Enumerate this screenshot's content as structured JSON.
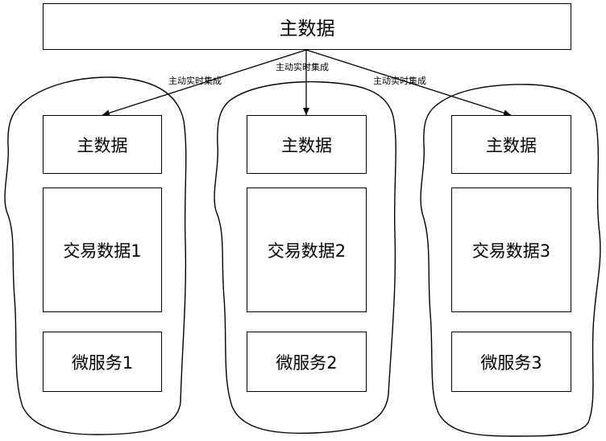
{
  "top": {
    "label": "主数据"
  },
  "edge_label": "主动实时集成",
  "groups": [
    {
      "master": "主数据",
      "trade": "交易数据1",
      "service": "微服务1"
    },
    {
      "master": "主数据",
      "trade": "交易数据2",
      "service": "微服务2"
    },
    {
      "master": "主数据",
      "trade": "交易数据3",
      "service": "微服务3"
    }
  ]
}
